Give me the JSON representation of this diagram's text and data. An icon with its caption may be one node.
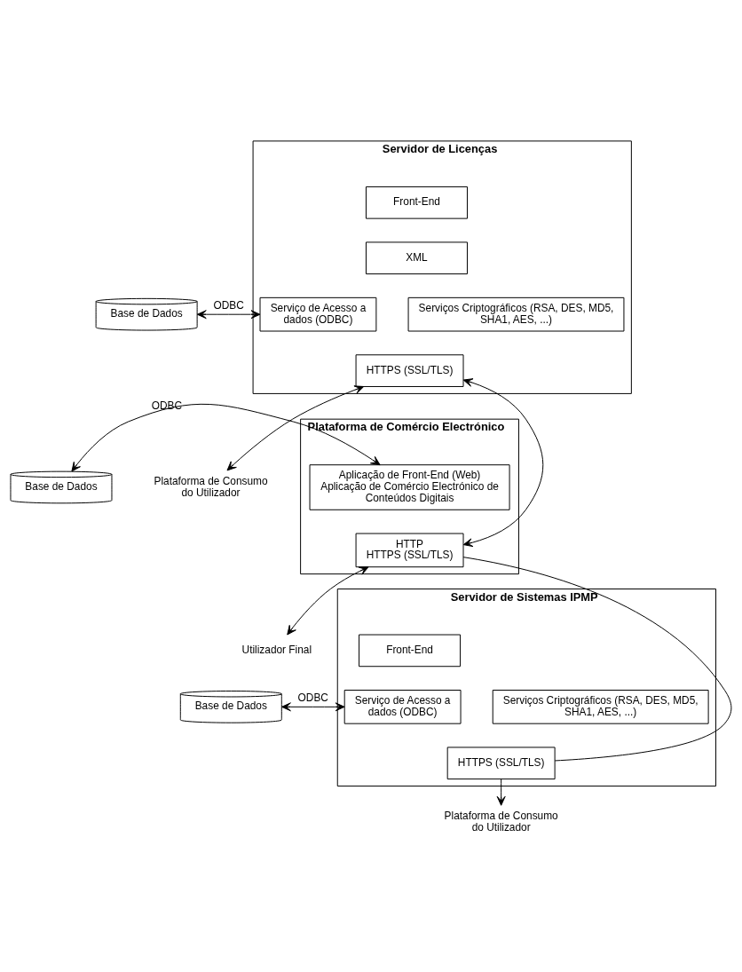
{
  "diagram": {
    "nodes": [
      {
        "text": [
          "Servidor de Licenças"
        ]
      },
      {
        "text": [
          "Front-End"
        ],
        "in": 0
      },
      {
        "text": [
          "XML"
        ],
        "in": 0
      },
      {
        "text": [
          "Serviço de Acesso a dados (ODBC)"
        ],
        "in": 0
      },
      {
        "text": [
          "Serviços Criptográficos (RSA, DES, MD5, SHA1, AES, ...)"
        ],
        "in": 0
      },
      {
        "text": [
          "HTTPS (SSL/TLS)"
        ],
        "in": 0
      },
      {
        "text": [
          "Base de Dados"
        ]
      },
      {
        "text": [
          "Plataforma de Consumo do Utilizador"
        ]
      },
      {
        "text": [
          "Plataforma de Comércio Electrónico"
        ]
      },
      {
        "text": [
          "Aplicação de Front-End (Web)",
          "Aplicação de Comércio Electrónico de Conteúdos Digitais"
        ],
        "in": 8
      },
      {
        "text": [
          "HTTP",
          "HTTPS (SSL/TLS)"
        ],
        "in": 8
      },
      {
        "text": [
          "Base de Dados"
        ]
      },
      {
        "text": [
          "Utilizador Final"
        ]
      },
      {
        "text": [
          "Servidor de Sistemas IPMP"
        ]
      },
      {
        "text": [
          "Front-End"
        ],
        "in": 13
      },
      {
        "text": [
          "Serviço de Acesso a dados (ODBC)"
        ],
        "in": 13
      },
      {
        "text": [
          "Serviços Criptográficos (RSA, DES, MD5, SHA1, AES, ...)"
        ],
        "in": 13
      },
      {
        "text": [
          "HTTPS (SSL/TLS)"
        ],
        "in": 13
      },
      {
        "text": [
          "Base de Dados"
        ]
      },
      {
        "text": [
          "Plataforma de Consumo do Utilizador"
        ]
      }
    ],
    "edges": [
      {
        "from": 6,
        "to": 3,
        "arrow": "both",
        "label": "ODBC"
      },
      {
        "from": 5,
        "to": 7,
        "arrow": "both"
      },
      {
        "from": 10,
        "to": 5,
        "arrow": "both"
      },
      {
        "from": 11,
        "to": 9,
        "arrow": "both",
        "label": "ODBC"
      },
      {
        "from": 10,
        "to": 12,
        "arrow": "both"
      },
      {
        "from": 10,
        "to": 17,
        "arrow": "none"
      },
      {
        "from": 18,
        "to": 15,
        "arrow": "both",
        "label": "ODBC"
      },
      {
        "from": 17,
        "to": 19,
        "arrow": "to"
      }
    ]
  }
}
